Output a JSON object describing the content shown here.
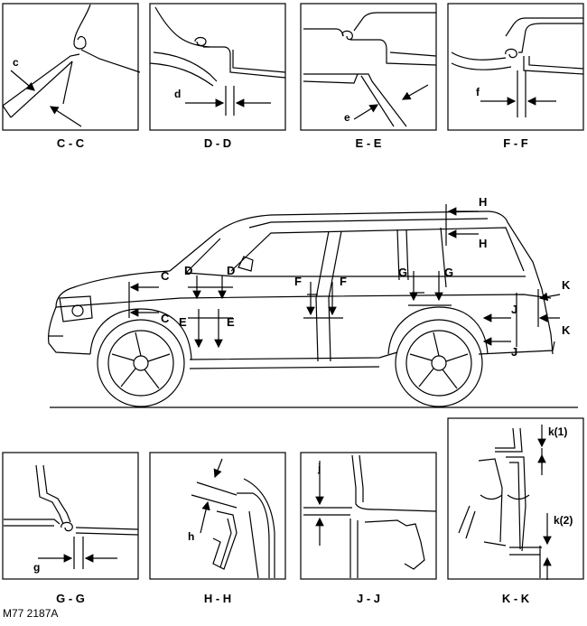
{
  "reference_code": "M77 2187A",
  "top_panels": [
    {
      "caption": "C - C",
      "dim": "c"
    },
    {
      "caption": "D - D",
      "dim": "d"
    },
    {
      "caption": "E - E",
      "dim": "e"
    },
    {
      "caption": "F - F",
      "dim": "f"
    }
  ],
  "bottom_panels": [
    {
      "caption": "G - G",
      "dim": "g"
    },
    {
      "caption": "H - H",
      "dim": "h"
    },
    {
      "caption": "J - J",
      "dim": "j"
    },
    {
      "caption": "K - K",
      "dim1": "k(1)",
      "dim2": "k(2)"
    }
  ],
  "vehicle_section_labels": {
    "c": "C",
    "d": "D",
    "e": "E",
    "f": "F",
    "g": "G",
    "h": "H",
    "j": "J",
    "k": "K"
  }
}
